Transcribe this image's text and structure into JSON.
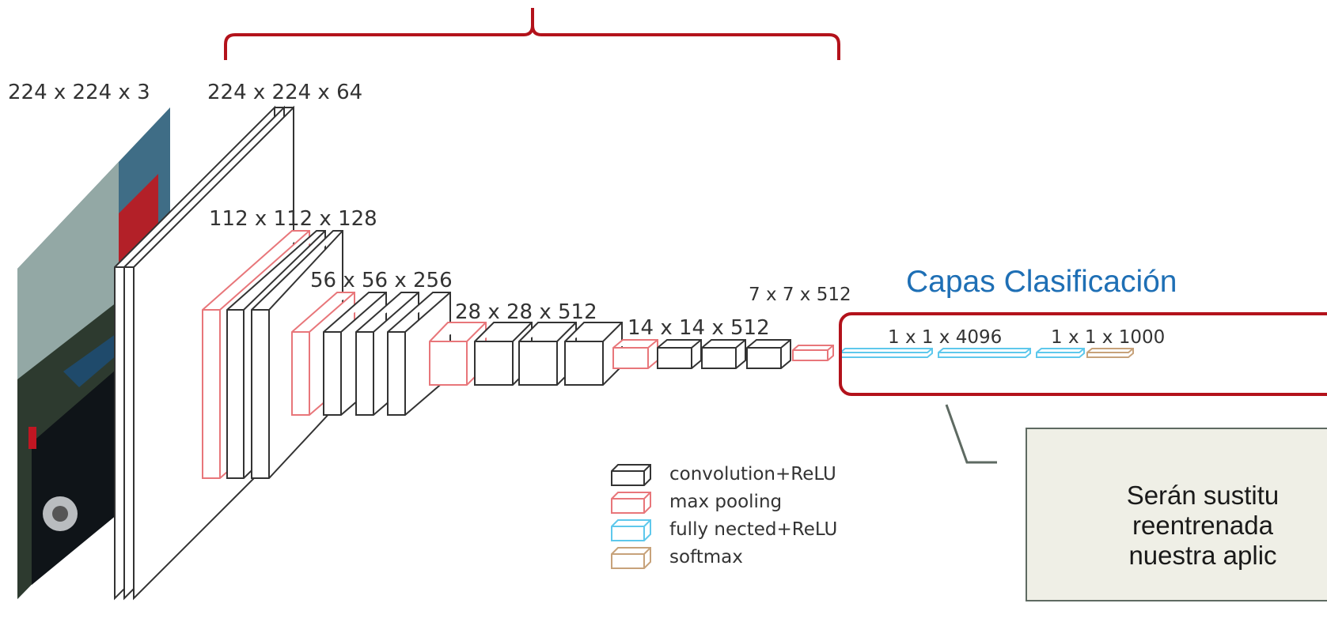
{
  "labels": {
    "input": "224 x 224 x 3",
    "conv1": "224 x 224 x 64",
    "conv2": "112 x 112 x 128",
    "conv3": "56 x 56 x 256",
    "conv4": "28 x 28 x 512",
    "conv5": "14 x 14 x 512",
    "pool5": "7 x 7 x 512",
    "fc": "1 x 1 x 4096",
    "softmax": "1 x 1 x 1000"
  },
  "classification_title": "Capas Clasificación",
  "note": {
    "line1": "Serán sustitu",
    "line2": "reentrenada",
    "line3": "nuestra aplic"
  },
  "legend": [
    {
      "label": "convolution+ReLU",
      "color": "#333333"
    },
    {
      "label": "max pooling",
      "color": "#e8767a"
    },
    {
      "label": "fully nected+ReLU",
      "color": "#5ec8ec"
    },
    {
      "label": "softmax",
      "color": "#c7a27a"
    }
  ],
  "colors": {
    "brace": "#b3121b",
    "conv": "#333333",
    "pool": "#e8767a",
    "fc": "#5ec8ec",
    "softmax": "#c7a27a",
    "accent_blue": "#1e6fb5"
  }
}
